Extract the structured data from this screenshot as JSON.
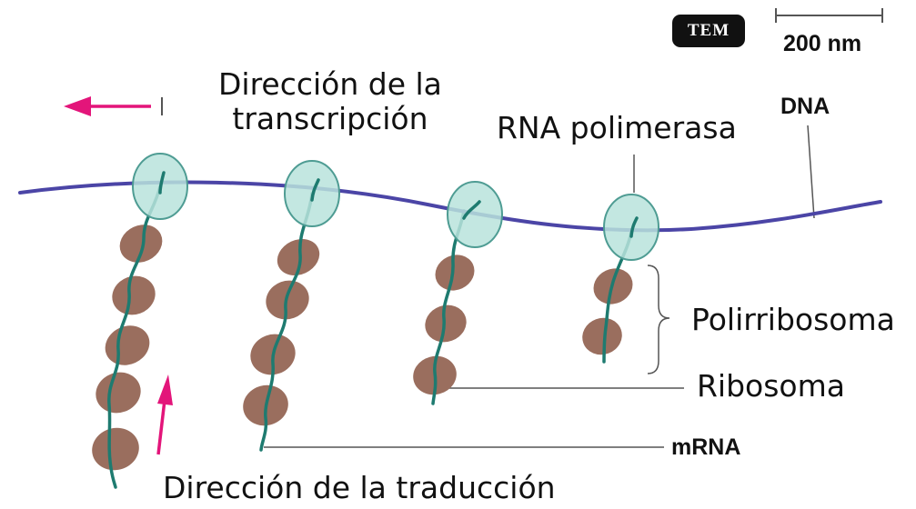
{
  "labels": {
    "scale_badge": "TEM",
    "scale_bar": "200 nm",
    "transcription_direction_line1": "Dirección de la",
    "transcription_direction_line2": "transcripción",
    "rna_polymerase": "RNA polimerasa",
    "dna": "DNA",
    "polyribosome": "Polirribosoma",
    "ribosome": "Ribosoma",
    "mrna": "mRNA",
    "translation_direction": "Dirección de la traducción"
  },
  "colors": {
    "dna_strand": "#4b45a6",
    "polymerase_fill": "#b8e3dc",
    "polymerase_stroke": "#4e9c93",
    "mrna_strand": "#1e7b70",
    "ribosome": "#9a6e5e",
    "arrow": "#e3157a",
    "leader_line": "#555555"
  }
}
